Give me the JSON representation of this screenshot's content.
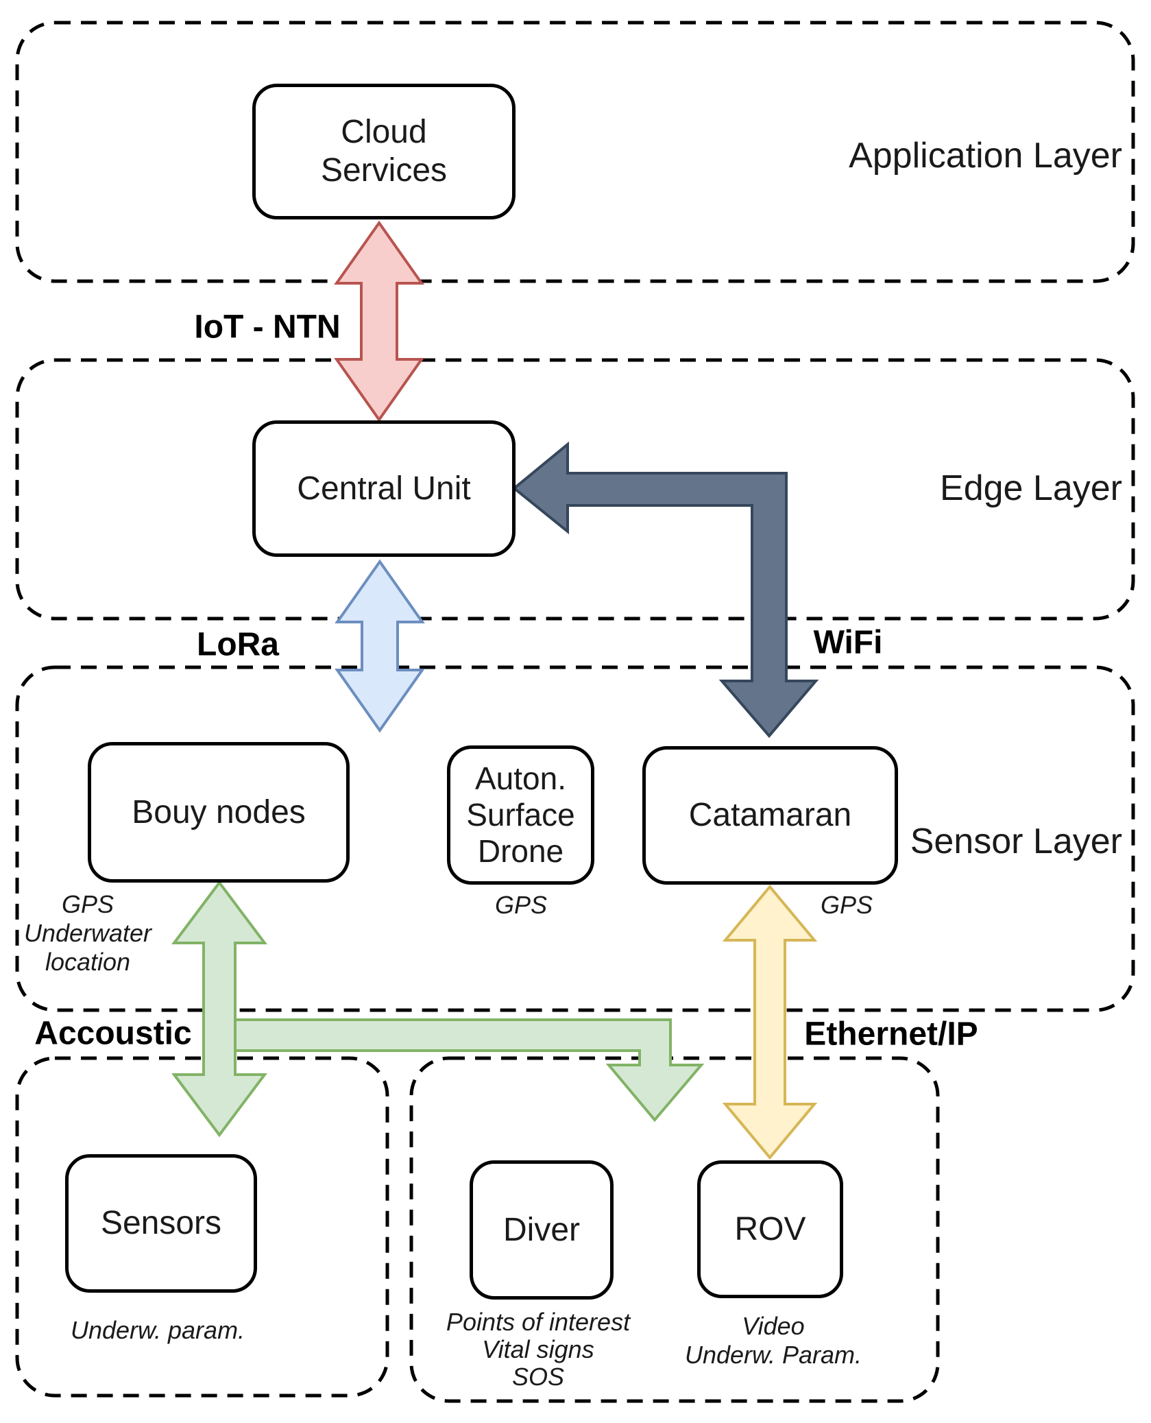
{
  "layers": {
    "application": {
      "label": "Application Layer"
    },
    "edge": {
      "label": "Edge Layer"
    },
    "sensor": {
      "label": "Sensor Layer"
    }
  },
  "nodes": {
    "cloud_services": {
      "line1": "Cloud",
      "line2": "Services"
    },
    "central_unit": {
      "label": "Central Unit"
    },
    "bouy_nodes": {
      "label": "Bouy nodes"
    },
    "auton_surface_drone": {
      "line1": "Auton.",
      "line2": "Surface",
      "line3": "Drone"
    },
    "catamaran": {
      "label": "Catamaran"
    },
    "sensors": {
      "label": "Sensors"
    },
    "diver": {
      "label": "Diver"
    },
    "rov": {
      "label": "ROV"
    }
  },
  "connections": {
    "iot_ntn": {
      "label": "IoT - NTN"
    },
    "lora": {
      "label": "LoRa"
    },
    "wifi": {
      "label": "WiFi"
    },
    "accoustic": {
      "label": "Accoustic"
    },
    "ethernet": {
      "label": "Ethernet/IP"
    }
  },
  "annotations": {
    "bouy": {
      "line1": "GPS",
      "line2": "Underwater",
      "line3": "location"
    },
    "drone_gps": "GPS",
    "catamaran_gps": "GPS",
    "sensors": "Underw. param.",
    "diver": {
      "line1": "Points of interest",
      "line2": "Vital signs",
      "line3": "SOS"
    },
    "rov": {
      "line1": "Video",
      "line2": "Underw. Param."
    }
  },
  "colors": {
    "red_fill": "#f8cecc",
    "red_stroke": "#b85450",
    "blue_fill": "#dae8fc",
    "blue_stroke": "#6c8ebf",
    "dark_fill": "#64748b",
    "dark_stroke": "#36475c",
    "green_fill": "#d5e8d4",
    "green_stroke": "#82b366",
    "yellow_fill": "#fff2cc",
    "yellow_stroke": "#d6b656",
    "box_border": "#000000"
  }
}
